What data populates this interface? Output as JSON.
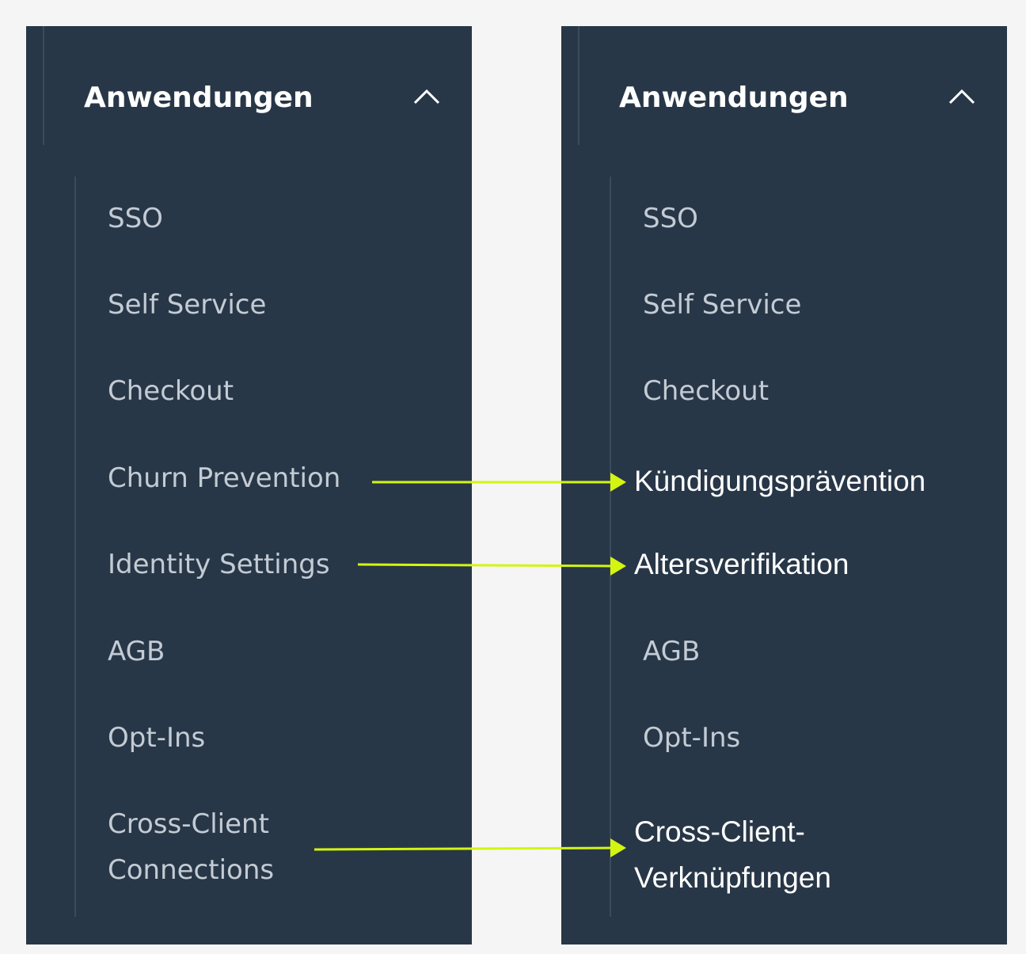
{
  "colors": {
    "panel": "#283747",
    "item_text": "#c3cbd4",
    "arrow": "#d4f511",
    "background": "#f5f5f5"
  },
  "left_panel": {
    "header": {
      "title": "Anwendungen",
      "icon": "chevron-up-icon"
    },
    "items": [
      {
        "label": "SSO"
      },
      {
        "label": "Self Service"
      },
      {
        "label": "Checkout"
      },
      {
        "label": "Churn Prevention"
      },
      {
        "label": "Identity Settings"
      },
      {
        "label": "AGB"
      },
      {
        "label": "Opt-Ins"
      },
      {
        "label": "Cross-Client\nConnections"
      }
    ]
  },
  "right_panel": {
    "header": {
      "title": "Anwendungen",
      "icon": "chevron-up-icon"
    },
    "items": [
      {
        "label": "SSO"
      },
      {
        "label": "Self Service"
      },
      {
        "label": "Checkout"
      },
      {
        "label": "Kündigungsprävention"
      },
      {
        "label": "Altersverifikation"
      },
      {
        "label": "AGB"
      },
      {
        "label": "Opt-Ins"
      },
      {
        "label": "Cross-Client-\nVerknüpfungen"
      }
    ]
  }
}
